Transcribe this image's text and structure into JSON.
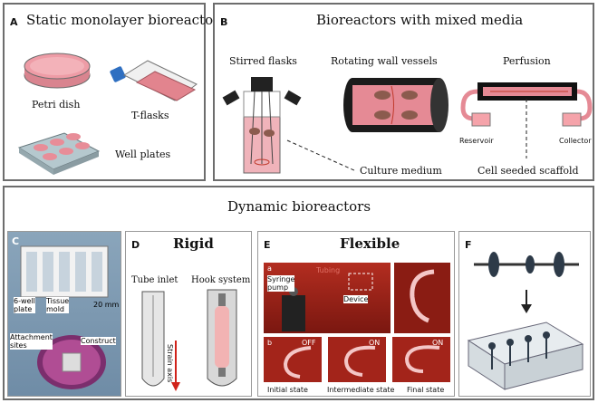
{
  "panel_a": {
    "letter": "A",
    "title": "Static monolayer bioreactors",
    "labels": {
      "petri": "Petri dish",
      "tflask": "T-flasks",
      "well": "Well plates"
    }
  },
  "panel_b": {
    "letter": "B",
    "title": "Bioreactors with mixed media",
    "labels": {
      "stirred": "Stirred flasks",
      "rotating": "Rotating wall vessels",
      "perfusion": "Perfusion",
      "reservoir": "Reservoir",
      "collector": "Collector",
      "culture": "Culture medium",
      "scaffold": "Cell seeded scaffold"
    }
  },
  "dynamic": {
    "title": "Dynamic bioreactors"
  },
  "panel_c": {
    "letter": "C",
    "labels": {
      "six_well": "6-well\nplate",
      "tissue": "Tissue\nmold",
      "scale": "20 mm",
      "attachment": "Attachment\nsites",
      "construct": "Construct"
    }
  },
  "panel_d": {
    "letter": "D",
    "title": "Rigid",
    "labels": {
      "tube": "Tube inlet",
      "hook": "Hook system",
      "strain": "Strain axis"
    }
  },
  "panel_e": {
    "letter": "E",
    "title": "Flexible",
    "labels": {
      "a": "a",
      "b": "b",
      "syringe": "Syringe\npump",
      "tubing": "Tubing",
      "device": "Device",
      "off": "OFF",
      "on1": "ON",
      "on2": "ON",
      "initial": "Initial state",
      "intermediate": "Intermediate state",
      "final": "Final state"
    }
  },
  "panel_f": {
    "letter": "F"
  }
}
